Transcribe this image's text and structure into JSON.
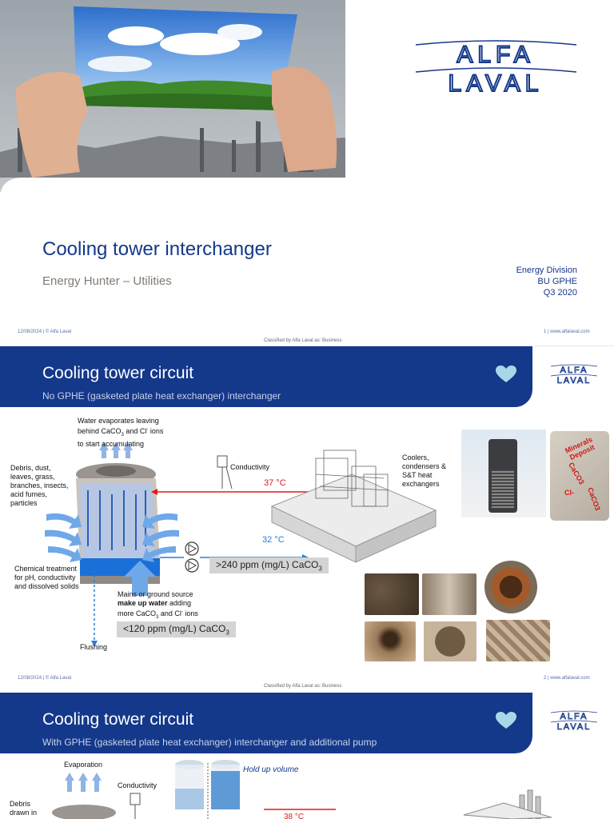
{
  "slide1": {
    "title": "Cooling tower interchanger",
    "subtitle": "Energy Hunter – Utilities",
    "division": "Energy Division",
    "bu": "BU GPHE",
    "quarter": "Q3 2020",
    "footer_date": "12/08/2024  |  © Alfa Laval",
    "classified": "Classified by Alfa Laval as: Business",
    "page": "1  |  www.alfalaval.com",
    "logo_text": "ALFA LAVAL"
  },
  "slide2": {
    "title": "Cooling tower circuit",
    "subtitle": "No GPHE (gasketed plate heat exchanger) interchanger",
    "evap_label": "Water evaporates leaving behind CaCO3 and Cl ions to start accumulating",
    "evap_line1": "Water evaporates leaving",
    "evap_line2": "behind CaCO",
    "evap_line2b": " and Cl",
    "evap_line2c": " ions",
    "evap_line3": "to start accumulating",
    "debris_lines": [
      "Debris, dust,",
      "leaves, grass,",
      "branches, insects,",
      "acid fumes,",
      "particles"
    ],
    "conductivity": "Conductivity",
    "temp_hot": "37 °C",
    "temp_cold": "32 °C",
    "coolers_lines": [
      "Coolers,",
      "condensers &",
      "S&T heat",
      "exchangers"
    ],
    "chem_lines": [
      "Chemical treatment",
      "for pH, conductivity",
      "and dissolved solids"
    ],
    "ppm_high": ">240 ppm (mg/L) CaCO",
    "ppm_low": "<120 ppm (mg/L) CaCO",
    "sub3": "3",
    "makeup_line1": "Mains or ground source",
    "makeup_bold": "make up water",
    "makeup_line2b": " adding",
    "makeup_line3": "more CaCO",
    "makeup_line3b": " and Cl",
    "makeup_line3c": " ions",
    "flushing": "Flushing",
    "minerals_label": "Minerals Deposit",
    "deposit_caco3": "CaCO3",
    "deposit_cl": "Cl-",
    "footer_date": "12/08/2024  |  © Alfa Laval",
    "classified": "Classified by Alfa Laval as: Business",
    "page": "2  |  www.alfalaval.com"
  },
  "slide3": {
    "title": "Cooling tower circuit",
    "subtitle": "With GPHE (gasketed plate heat exchanger) interchanger and additional pump",
    "evaporation": "Evaporation",
    "conductivity": "Conductivity",
    "hold_up": "Hold up volume",
    "temp_hot": "38 °C",
    "debris_lines": [
      "Debris",
      "drawn in"
    ]
  },
  "colors": {
    "brand_blue": "#14388a",
    "heart": "#a8d8e8",
    "arrow_red": "#e01a1a",
    "arrow_blue": "#2a7dd6",
    "light_blue": "#6fa8e8"
  }
}
